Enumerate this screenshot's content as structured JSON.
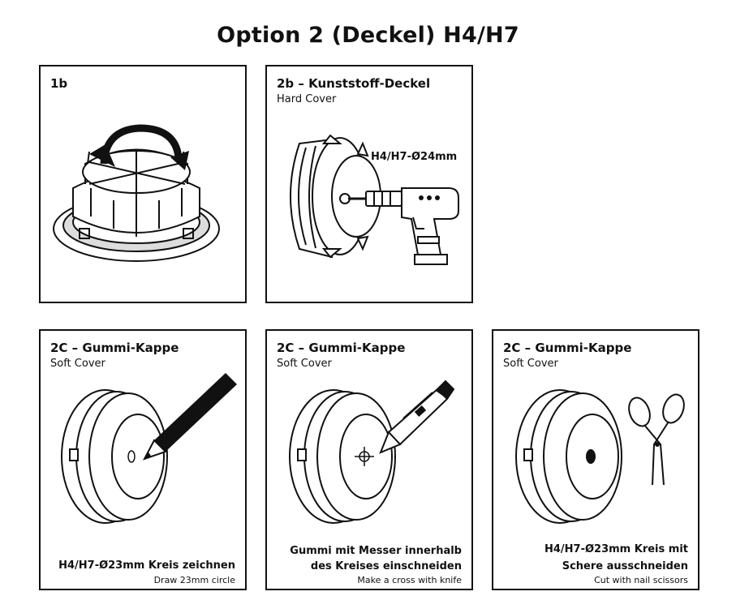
{
  "title": "Option 2 (Deckel) H4/H7",
  "panels": {
    "p1": {
      "title": "1b"
    },
    "p2": {
      "title": "2b – Kunststoff-Deckel",
      "subtitle": "Hard Cover",
      "label": "H4/H7-Ø24mm"
    },
    "p3": {
      "title": "2C – Gummi-Kappe",
      "subtitle": "Soft Cover",
      "caption": "H4/H7-Ø23mm Kreis zeichnen",
      "caption_small": "Draw 23mm circle"
    },
    "p4": {
      "title": "2C – Gummi-Kappe",
      "subtitle": "Soft Cover",
      "caption_line1": "Gummi mit Messer innerhalb",
      "caption_line2": "des Kreises einschneiden",
      "caption_small": "Make a cross with knife"
    },
    "p5": {
      "title": "2C – Gummi-Kappe",
      "subtitle": "Soft Cover",
      "caption_line1": "H4/H7-Ø23mm Kreis mit",
      "caption_line2": "Schere ausschneiden",
      "caption_small": "Cut with nail scissors"
    }
  }
}
